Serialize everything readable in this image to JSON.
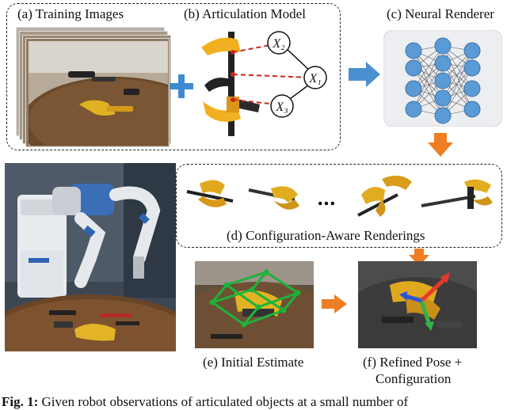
{
  "panels": {
    "a": "(a) Training Images",
    "b": "(b) Articulation Model",
    "c": "(c) Neural Renderer",
    "d": "(d) Configuration-Aware Renderings",
    "e": "(e) Initial Estimate",
    "f_line1": "(f) Refined Pose +",
    "f_line2": "Configuration"
  },
  "graph_nodes": {
    "x2": "X₂",
    "x1": "X₁",
    "x3": "X₃"
  },
  "ellipsis": "…",
  "caption": {
    "label": "Fig. 1:",
    "text": "Given robot observations of articulated objects at a small number of"
  },
  "colors": {
    "arrow_blue": "#4a90d0",
    "arrow_orange": "#ef7d22",
    "plus_blue": "#3f8ad0",
    "link_red": "#c8261f",
    "bbox_green": "#1db33a",
    "neuron_blue": "#5b9bd5"
  }
}
